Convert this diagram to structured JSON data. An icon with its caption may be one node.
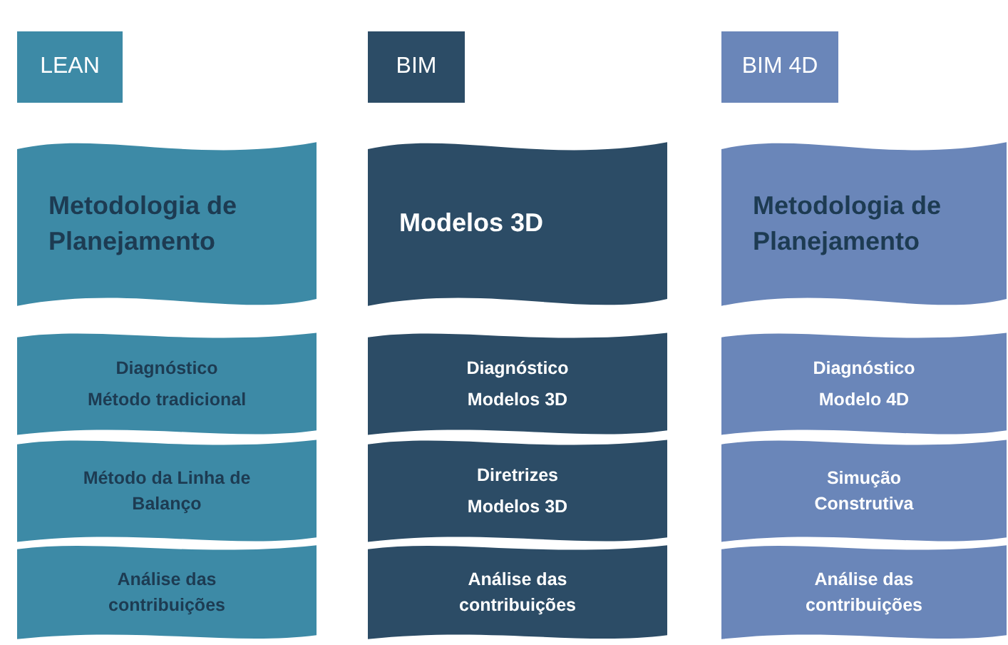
{
  "diagram": {
    "nodes": [
      {
        "text": [
          "LEAN"
        ]
      },
      {
        "text": [
          "BIM"
        ]
      },
      {
        "text": [
          "BIM 4D"
        ]
      },
      {
        "text": [
          "Metodologia de Planejamento"
        ]
      },
      {
        "text": [
          "Modelos 3D"
        ]
      },
      {
        "text": [
          "Metodologia de Planejamento"
        ]
      },
      {
        "text": [
          "Diagnóstico",
          "Método tradicional"
        ]
      },
      {
        "text": [
          "Diagnóstico",
          "Modelos 3D"
        ]
      },
      {
        "text": [
          "Diagnóstico",
          "Modelo 4D"
        ]
      },
      {
        "text": [
          "Método da Linha de Balanço"
        ]
      },
      {
        "text": [
          "Diretrizes",
          "Modelos 3D"
        ]
      },
      {
        "text": [
          "Simução Construtiva"
        ]
      },
      {
        "text": [
          "Análise das contribuições"
        ]
      },
      {
        "text": [
          "Análise das contribuições"
        ]
      },
      {
        "text": [
          "Análise das contribuições"
        ]
      }
    ]
  }
}
